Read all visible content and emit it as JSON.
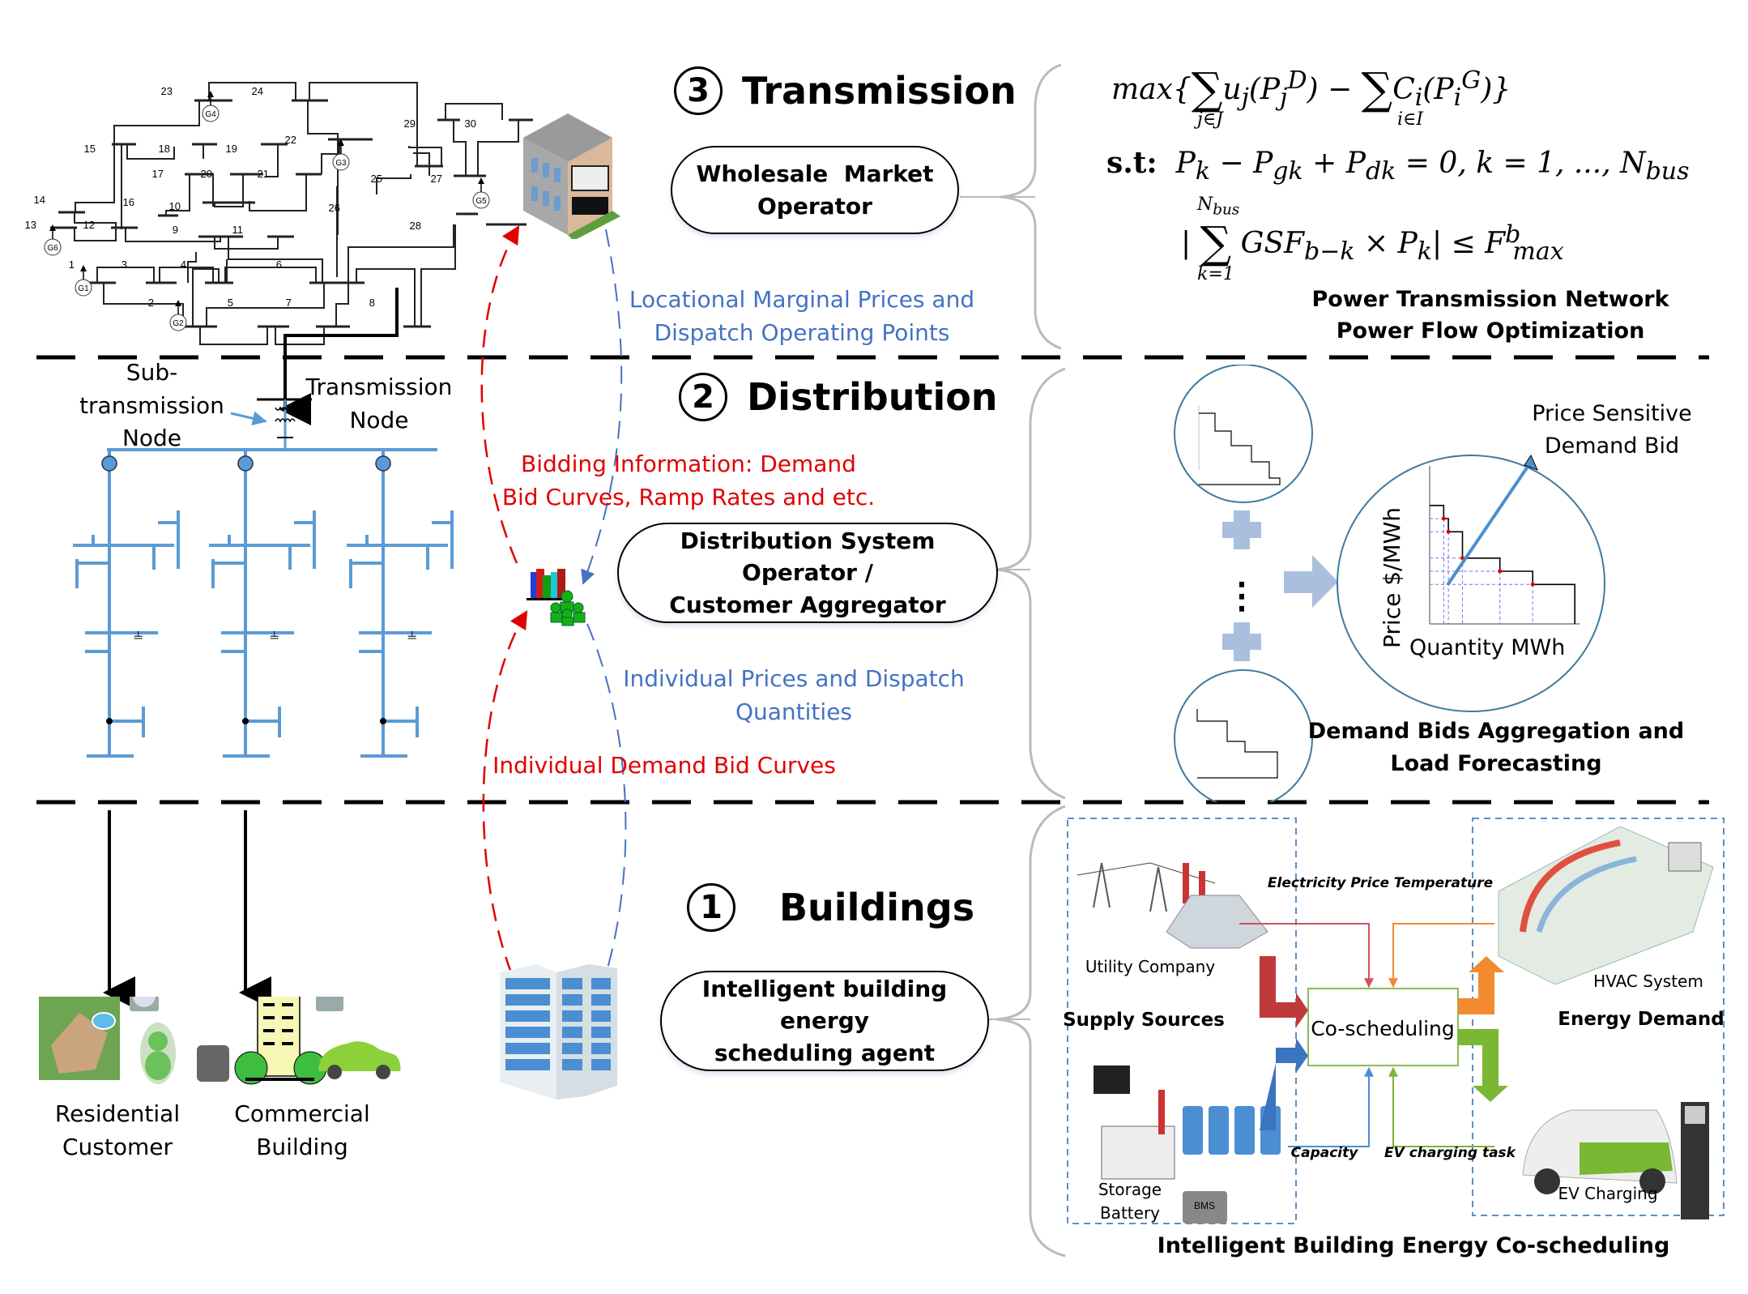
{
  "tiers": {
    "transmission": {
      "number": "3",
      "title": "Transmission",
      "agent": "Wholesale Market Operator",
      "agent_line1": "Wholesale  Market",
      "agent_line2": "Operator",
      "downlink_line1": "Locational Marginal Prices and",
      "downlink_line2": "Dispatch Operating Points",
      "panel_caption_line1": "Power Transmission Network",
      "panel_caption_line2": "Power Flow Optimization",
      "equations": {
        "objective": "max{ Σ_{j∈J} u_j(P_j^D) − Σ_{i∈I} C_i(P_i^G) }",
        "st_label": "s.t:",
        "balance": "P_k − P_gk + P_dk = 0, k = 1, ..., N_bus",
        "flow_limit": "| Σ_{k=1}^{N_bus} GSF_{b−k} × P_k | ≤ F_max^b"
      }
    },
    "distribution": {
      "number": "2",
      "title": "Distribution",
      "agent_line1": "Distribution System Operator /",
      "agent_line2": "Customer Aggregator",
      "uplink_line1": "Bidding Information: Demand",
      "uplink_line2": "Bid Curves, Ramp Rates and etc.",
      "downlink_line1": "Individual Prices and Dispatch",
      "downlink_line2": "Quantities",
      "sub_node_line1": "Sub-",
      "sub_node_line2": "transmission",
      "sub_node_line3": "Node",
      "trans_node_line1": "Transmission",
      "trans_node_line2": "Node",
      "panel": {
        "annotation_line1": "Price Sensitive",
        "annotation_line2": "Demand Bid",
        "y_axis": "Price $/MWh",
        "x_axis": "Quantity MWh",
        "caption_line1": "Demand Bids Aggregation and",
        "caption_line2": "Load Forecasting",
        "ellipsis": "⋮"
      }
    },
    "buildings": {
      "number": "1",
      "title": "Buildings",
      "agent_line1": "Intelligent building energy",
      "agent_line2": "scheduling agent",
      "uplink": "Individual Demand Bid Curves",
      "residential_line1": "Residential",
      "residential_line2": "Customer",
      "commercial_line1": "Commercial",
      "commercial_line2": "Building",
      "panel": {
        "caption": "Intelligent Building Energy Co-scheduling",
        "center": "Co-scheduling",
        "supply": "Supply Sources",
        "demand": "Energy Demand",
        "utility": "Utility Company",
        "storage_line1": "Storage",
        "storage_line2": "Battery",
        "bms": "BMS",
        "hvac": "HVAC System",
        "ev": "EV Charging",
        "sig_price": "Electricity Price",
        "sig_temp": "Temperature",
        "sig_capacity": "Capacity",
        "sig_ev": "EV charging task"
      }
    }
  },
  "grid": {
    "buses": [
      "1",
      "2",
      "3",
      "4",
      "5",
      "6",
      "7",
      "8",
      "9",
      "10",
      "11",
      "12",
      "13",
      "14",
      "15",
      "16",
      "17",
      "18",
      "19",
      "20",
      "21",
      "22",
      "23",
      "24",
      "25",
      "26",
      "27",
      "28",
      "29",
      "30"
    ],
    "generators": [
      "G1",
      "G2",
      "G3",
      "G4",
      "G5",
      "G6"
    ]
  },
  "colors": {
    "red_flow": "#e00000",
    "blue_flow": "#4472c4",
    "feeder": "#5b9bd5",
    "divider": "#000000"
  },
  "chart_data": {
    "type": "line",
    "title": "",
    "xlabel": "Quantity MWh",
    "ylabel": "Price $/MWh",
    "series": [
      {
        "name": "Aggregated demand bid (step)",
        "x": [
          0,
          1.5,
          1.5,
          2,
          2,
          3.5,
          3.5,
          7.5,
          7.5,
          11,
          11,
          15.5
        ],
        "y": [
          9,
          9,
          8,
          8,
          7,
          7,
          5,
          5,
          4,
          4,
          3,
          3
        ]
      }
    ],
    "grid": false
  }
}
